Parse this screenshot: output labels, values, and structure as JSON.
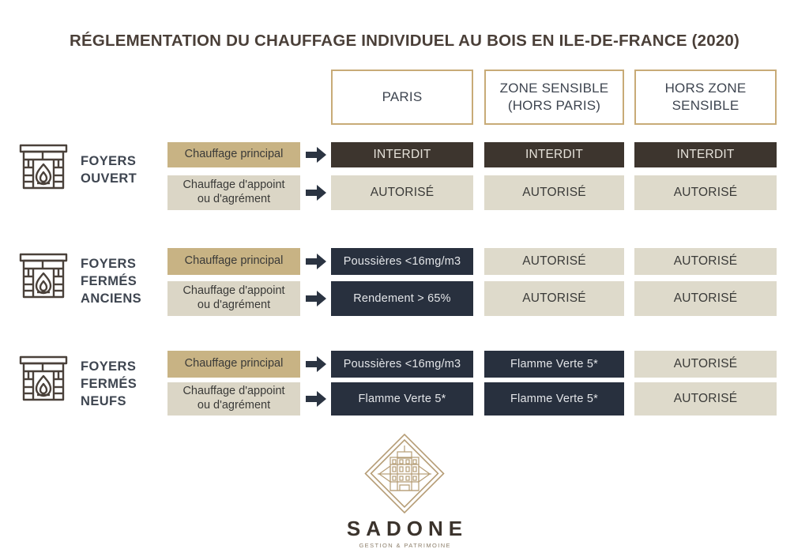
{
  "title": "RÉGLEMENTATION DU CHAUFFAGE INDIVIDUEL AU BOIS EN ILE-DE-FRANCE (2020)",
  "colors": {
    "title": "#4a3f38",
    "header_border": "#c8ab77",
    "chip_principal": "#c8b384",
    "chip_appoint": "#dbd6c6",
    "interdit_bg": "#3d352e",
    "autorise_bg": "#dedacb",
    "spec_bg": "#28303e",
    "arrow": "#2b3442",
    "logo_gold": "#b59c74"
  },
  "columns": [
    {
      "id": "paris",
      "label": "PARIS"
    },
    {
      "id": "zone-sensible",
      "label": "ZONE SENSIBLE\n(HORS PARIS)"
    },
    {
      "id": "hors-zone-sensible",
      "label": "HORS ZONE\nSENSIBLE"
    }
  ],
  "usage_labels": {
    "principal": "Chauffage principal",
    "appoint": "Chauffage d'appoint\nou d'agrément"
  },
  "icons": {
    "fireplace": "fireplace-icon",
    "arrow": "arrow-right-icon",
    "logo": "sadone-diamond-logo"
  },
  "rows": [
    {
      "id": "foyers-ouvert",
      "category": "FOYERS\nOUVERT",
      "usages": [
        {
          "type": "principal",
          "cells": [
            {
              "text": "INTERDIT",
              "status": "interdit"
            },
            {
              "text": "INTERDIT",
              "status": "interdit"
            },
            {
              "text": "INTERDIT",
              "status": "interdit"
            }
          ]
        },
        {
          "type": "appoint",
          "cells": [
            {
              "text": "AUTORISÉ",
              "status": "autorise"
            },
            {
              "text": "AUTORISÉ",
              "status": "autorise"
            },
            {
              "text": "AUTORISÉ",
              "status": "autorise"
            }
          ]
        }
      ]
    },
    {
      "id": "foyers-fermes-anciens",
      "category": "FOYERS\nFERMÉS\nANCIENS",
      "usages": [
        {
          "type": "principal",
          "cells": [
            {
              "text": "Poussières <16mg/m3",
              "status": "spec"
            },
            {
              "text": "AUTORISÉ",
              "status": "autorise"
            },
            {
              "text": "AUTORISÉ",
              "status": "autorise"
            }
          ]
        },
        {
          "type": "appoint",
          "cells": [
            {
              "text": "Rendement > 65%",
              "status": "spec"
            },
            {
              "text": "AUTORISÉ",
              "status": "autorise"
            },
            {
              "text": "AUTORISÉ",
              "status": "autorise"
            }
          ]
        }
      ]
    },
    {
      "id": "foyers-fermes-neufs",
      "category": "FOYERS\nFERMÉS\nNEUFS",
      "usages": [
        {
          "type": "principal",
          "cells": [
            {
              "text": "Poussières <16mg/m3",
              "status": "spec"
            },
            {
              "text": "Flamme Verte 5*",
              "status": "spec"
            },
            {
              "text": "AUTORISÉ",
              "status": "autorise"
            }
          ]
        },
        {
          "type": "appoint",
          "cells": [
            {
              "text": "Flamme Verte 5*",
              "status": "spec"
            },
            {
              "text": "Flamme Verte 5*",
              "status": "spec"
            },
            {
              "text": "AUTORISÉ",
              "status": "autorise"
            }
          ]
        }
      ]
    }
  ],
  "logo": {
    "name": "SADONE",
    "tagline": "GESTION & PATRIMOINE"
  }
}
